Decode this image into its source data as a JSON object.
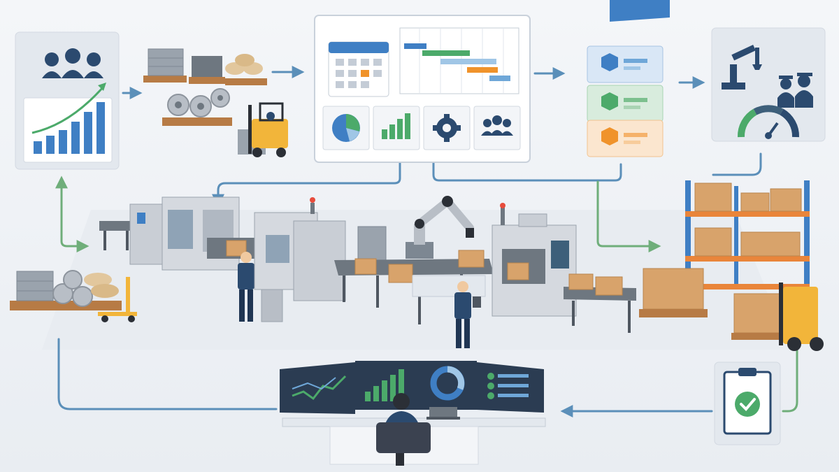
{
  "diagram": {
    "type": "manufacturing-process-flow",
    "stages": [
      {
        "id": "demand-forecasting",
        "icons": [
          "people-icon",
          "growth-chart-icon"
        ]
      },
      {
        "id": "raw-material-inventory",
        "icons": [
          "pallet-icon",
          "forklift-icon"
        ]
      },
      {
        "id": "production-planning",
        "icons": [
          "calendar-icon",
          "gantt-chart-icon",
          "pie-chart-icon",
          "bar-chart-icon",
          "gear-icon",
          "team-icon"
        ]
      },
      {
        "id": "work-orders",
        "icons": [
          "cube-icon",
          "cube-icon",
          "cube-icon"
        ]
      },
      {
        "id": "capacity-and-resources",
        "icons": [
          "robot-arm-icon",
          "workers-icon",
          "gauge-icon"
        ]
      },
      {
        "id": "production-line",
        "icons": [
          "machine-icon",
          "robot-arm-icon",
          "conveyor-icon",
          "control-panel-icon"
        ]
      },
      {
        "id": "finished-goods-warehouse",
        "icons": [
          "shelf-icon",
          "box-icon",
          "forklift-icon"
        ]
      },
      {
        "id": "quality-check",
        "icons": [
          "clipboard-icon",
          "check-icon"
        ]
      },
      {
        "id": "monitoring-control-room",
        "icons": [
          "line-chart-icon",
          "bar-chart-icon",
          "donut-chart-icon",
          "checklist-icon"
        ]
      }
    ],
    "colors": {
      "flow_blue": "#5b8fb9",
      "flow_green": "#6fae7a",
      "panel_bg": "#e3e8ee",
      "chart_blue": "#3f7fc4",
      "chart_green": "#4caa6a",
      "chart_orange": "#f0932b",
      "box_tan": "#d8a36b",
      "machine_gray": "#c9ced5",
      "shelf_orange": "#e9853a",
      "forklift_yellow": "#f2b53a",
      "navy": "#2b4a6f"
    }
  }
}
